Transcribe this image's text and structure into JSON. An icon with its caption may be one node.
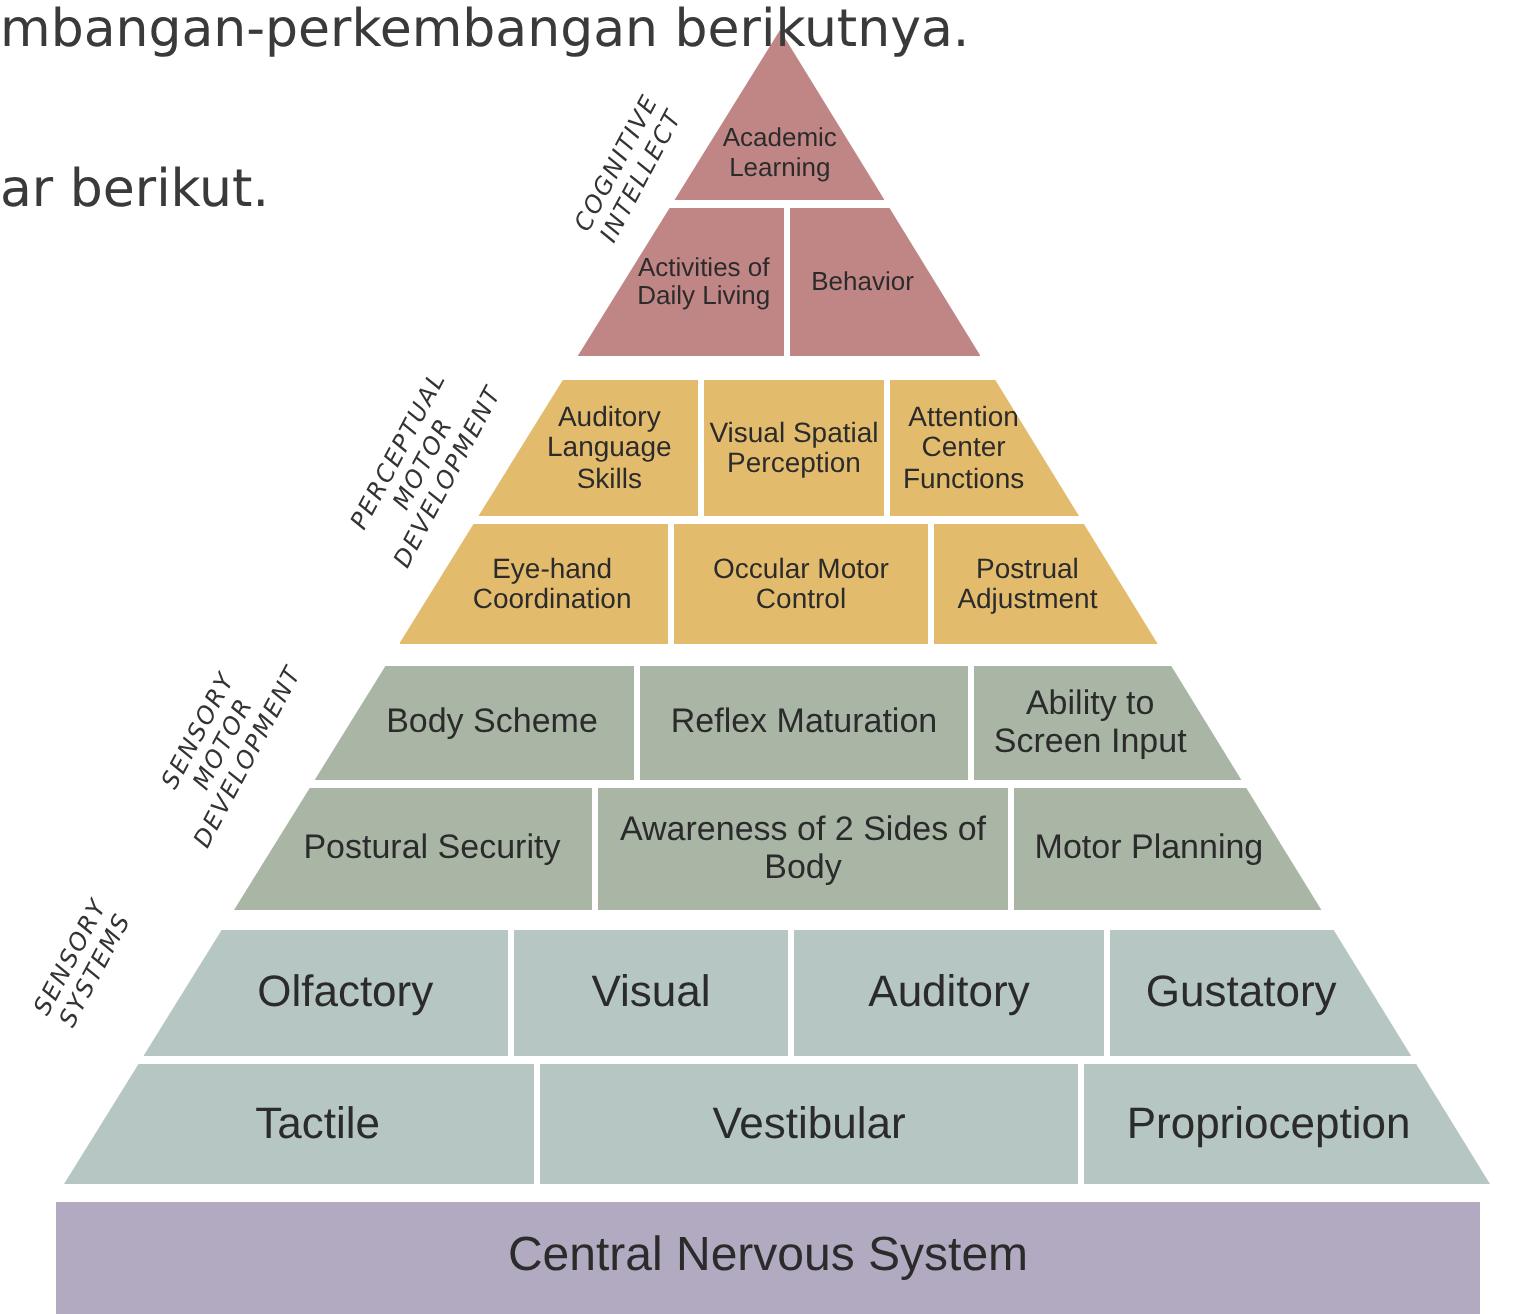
{
  "diagram": {
    "nodes": [
      {
        "text": [
          "Academic Learning"
        ]
      },
      {
        "text": [
          "Activities of Daily Living"
        ]
      },
      {
        "text": [
          "Behavior"
        ]
      },
      {
        "text": [
          "Auditory Language Skills"
        ]
      },
      {
        "text": [
          "Visual Spatial Perception"
        ]
      },
      {
        "text": [
          "Attention Center Functions"
        ]
      },
      {
        "text": [
          "Eye-hand Coordination"
        ]
      },
      {
        "text": [
          "Occular Motor Control"
        ]
      },
      {
        "text": [
          "Postrual Adjustment"
        ]
      },
      {
        "text": [
          "Body Scheme"
        ]
      },
      {
        "text": [
          "Reflex Maturation"
        ]
      },
      {
        "text": [
          "Ability to Screen Input"
        ]
      },
      {
        "text": [
          "Postural Security"
        ]
      },
      {
        "text": [
          "Awareness of 2 Sides of Body"
        ]
      },
      {
        "text": [
          "Motor Planning"
        ]
      },
      {
        "text": [
          "Olfactory"
        ]
      },
      {
        "text": [
          "Visual"
        ]
      },
      {
        "text": [
          "Auditory"
        ]
      },
      {
        "text": [
          "Gustatory"
        ]
      },
      {
        "text": [
          "Tactile"
        ]
      },
      {
        "text": [
          "Vestibular"
        ]
      },
      {
        "text": [
          "Proprioception"
        ]
      },
      {
        "text": [
          "Central Nervous System"
        ]
      }
    ],
    "labels": [
      "mbangan-perkembangan berikutnya.",
      "ar berikut.",
      "COGNITIVE INTELLECT",
      "PERCEPTUAL MOTOR DEVELOPMENT",
      "SENSORY MOTOR DEVELOPMENT",
      "SENSORY SYSTEMS"
    ]
  }
}
